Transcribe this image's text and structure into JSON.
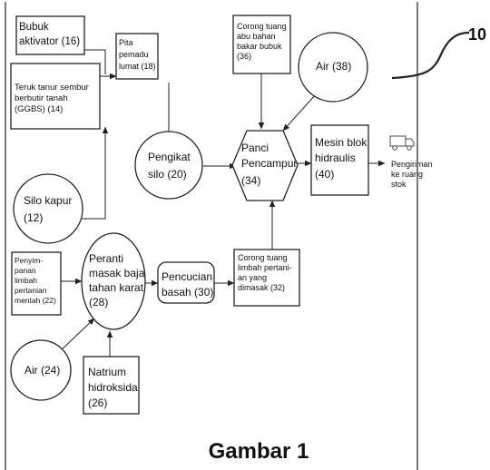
{
  "figure": {
    "title": "Gambar 1",
    "reference_number": "10"
  },
  "nodes": {
    "bubuk_aktivator": {
      "lines": [
        "Bubuk",
        "aktivator (16)"
      ]
    },
    "terak_tanur": {
      "lines": [
        "Teruk tanur sembur",
        "berbutir tanah",
        "(GGBS) (14)"
      ]
    },
    "silo_kapur": {
      "lines": [
        "Silo kapur",
        "(12)"
      ]
    },
    "pita_pemadu": {
      "lines": [
        "Pita",
        "pemadu",
        "lumat (18)"
      ]
    },
    "pengikat_silo": {
      "lines": [
        "Pengikat",
        "silo (20)"
      ]
    },
    "corong_abu": {
      "lines": [
        "Corong tuang",
        "abu bahan",
        "bakar bubuk",
        "(36)"
      ]
    },
    "air_38": {
      "lines": [
        "Air (38)"
      ]
    },
    "panci": {
      "lines": [
        "Panci",
        "Pencampur",
        "(34)"
      ]
    },
    "mesin_blok": {
      "lines": [
        "Mesin blok",
        "hidraulis",
        "(40)"
      ]
    },
    "pengiriman": {
      "lines": [
        "Pengiriman",
        "ke ruang",
        "stok"
      ]
    },
    "penyimpanan": {
      "lines": [
        "Penyim-",
        "panan",
        "limbah",
        "pertanian",
        "mentah (22)"
      ]
    },
    "peranti": {
      "lines": [
        "Peranti",
        "masak baja",
        "tahan karat",
        "(28)"
      ]
    },
    "pencucian": {
      "lines": [
        "Pencucian",
        "basah (30)"
      ]
    },
    "corong_limbah": {
      "lines": [
        "Corong tuang",
        "limbah pertani-",
        "an yang",
        "dimasak (32)"
      ]
    },
    "air_24": {
      "lines": [
        "Air (24)"
      ]
    },
    "natrium": {
      "lines": [
        "Natrium",
        "hidroksida",
        "(26)"
      ]
    }
  },
  "icons": {
    "truck": "delivery-truck-icon"
  }
}
